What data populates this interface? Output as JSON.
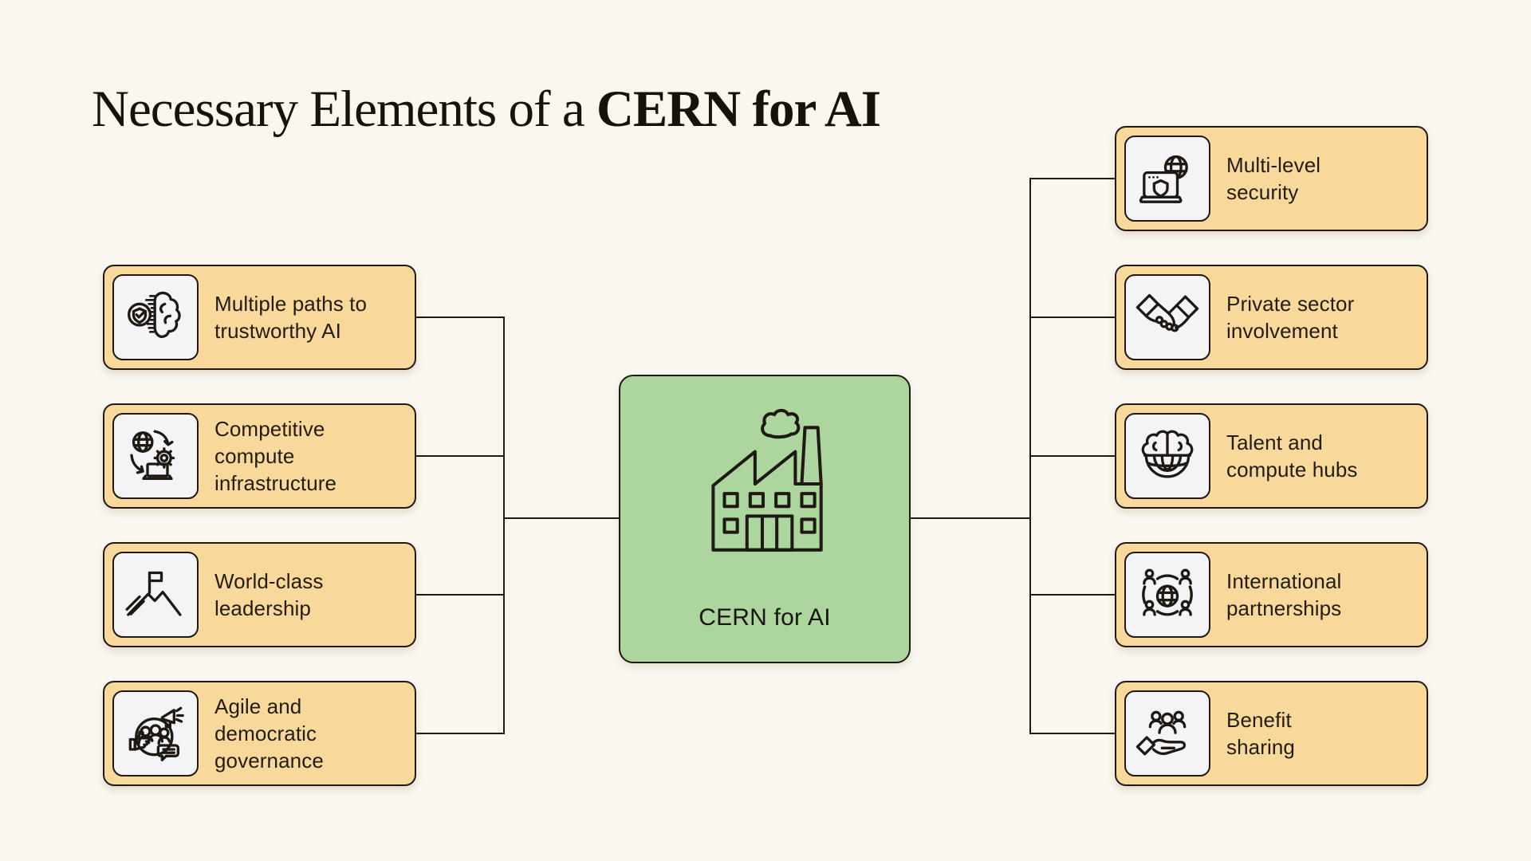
{
  "title": {
    "prefix": "Necessary Elements of a",
    "highlight": "CERN for AI"
  },
  "center_node": {
    "label": "CERN for AI",
    "icon": "factory-icon"
  },
  "left_nodes": [
    {
      "label": "Multiple paths to\ntrustworthy AI",
      "icon": "shield-brain-icon"
    },
    {
      "label": "Competitive\ncompute\ninfrastructure",
      "icon": "globe-gear-laptop-icon"
    },
    {
      "label": "World-class\nleadership",
      "icon": "mountain-flag-icon"
    },
    {
      "label": "Agile and\ndemocratic\ngovernance",
      "icon": "people-megaphone-icon"
    }
  ],
  "right_nodes": [
    {
      "label": "Multi-level\nsecurity",
      "icon": "laptop-shield-globe-icon"
    },
    {
      "label": "Private sector\ninvolvement",
      "icon": "handshake-icon"
    },
    {
      "label": "Talent and\ncompute hubs",
      "icon": "brain-globe-icon"
    },
    {
      "label": "International\npartnerships",
      "icon": "globe-people-icon"
    },
    {
      "label": "Benefit\nsharing",
      "icon": "hand-people-icon"
    }
  ],
  "colors": {
    "background": "#FAF7F1",
    "card_fill": "#F8D99B",
    "card_border": "#1E1913",
    "tile_fill": "#F4F4F7",
    "center_fill": "#ACD69D",
    "line": "#1E1913",
    "text": "#221D12"
  }
}
